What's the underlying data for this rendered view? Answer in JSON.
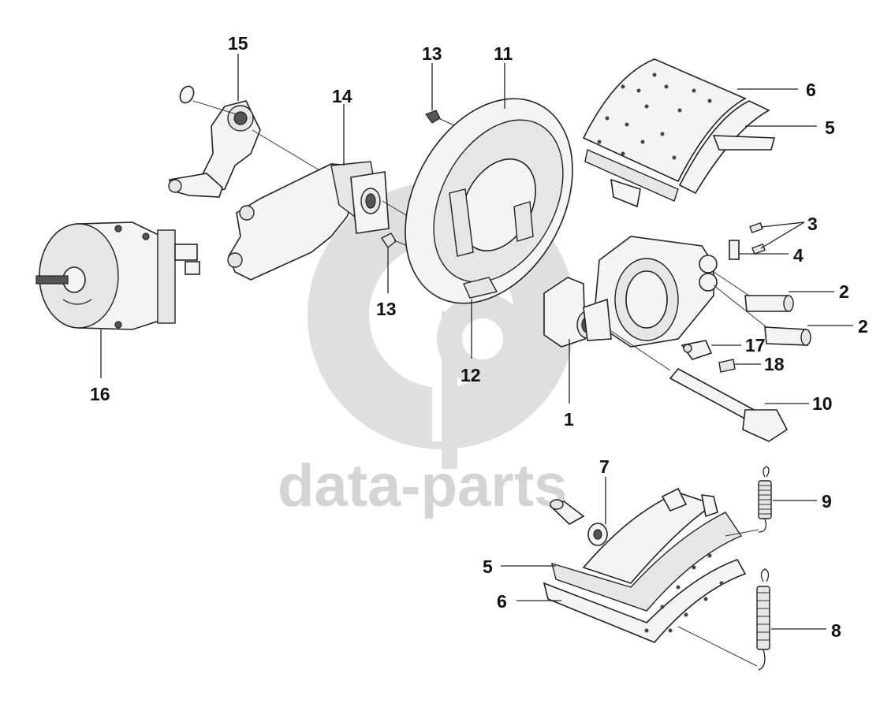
{
  "watermark": {
    "brand_text": "data-parts",
    "logo_letters": "dp",
    "color": "#d4d4d4"
  },
  "callouts": [
    {
      "id": "c15",
      "text": "15"
    },
    {
      "id": "c14",
      "text": "14"
    },
    {
      "id": "c13a",
      "text": "13"
    },
    {
      "id": "c11",
      "text": "11"
    },
    {
      "id": "c6a",
      "text": "6"
    },
    {
      "id": "c5a",
      "text": "5"
    },
    {
      "id": "c3",
      "text": "3"
    },
    {
      "id": "c4",
      "text": "4"
    },
    {
      "id": "c2a",
      "text": "2"
    },
    {
      "id": "c2b",
      "text": "2"
    },
    {
      "id": "c13b",
      "text": "13"
    },
    {
      "id": "c16",
      "text": "16"
    },
    {
      "id": "c12",
      "text": "12"
    },
    {
      "id": "c17",
      "text": "17"
    },
    {
      "id": "c18",
      "text": "18"
    },
    {
      "id": "c10",
      "text": "10"
    },
    {
      "id": "c1",
      "text": "1"
    },
    {
      "id": "c7",
      "text": "7"
    },
    {
      "id": "c9",
      "text": "9"
    },
    {
      "id": "c5b",
      "text": "5"
    },
    {
      "id": "c6b",
      "text": "6"
    },
    {
      "id": "c8",
      "text": "8"
    }
  ]
}
